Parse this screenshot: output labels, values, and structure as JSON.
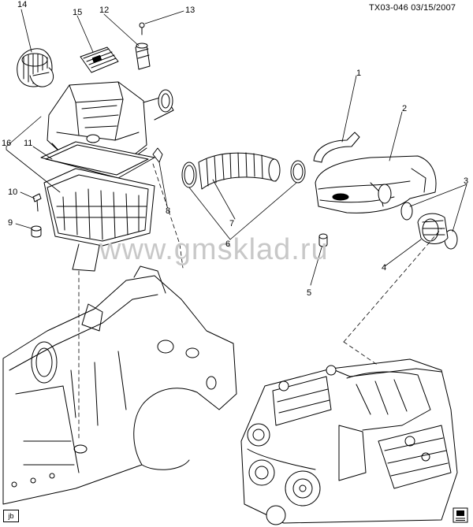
{
  "header": {
    "code": "TX03-046",
    "date": "03/15/2007"
  },
  "watermark": "www.gmsklad.ru",
  "corner_tag": "jb",
  "callouts": [
    "1",
    "2",
    "3",
    "3",
    "4",
    "5",
    "6",
    "7",
    "8",
    "9",
    "10",
    "11",
    "12",
    "13",
    "14",
    "15",
    "16"
  ],
  "colors": {
    "line": "#000000",
    "watermark": "#c8c8c8",
    "background": "#ffffff"
  }
}
